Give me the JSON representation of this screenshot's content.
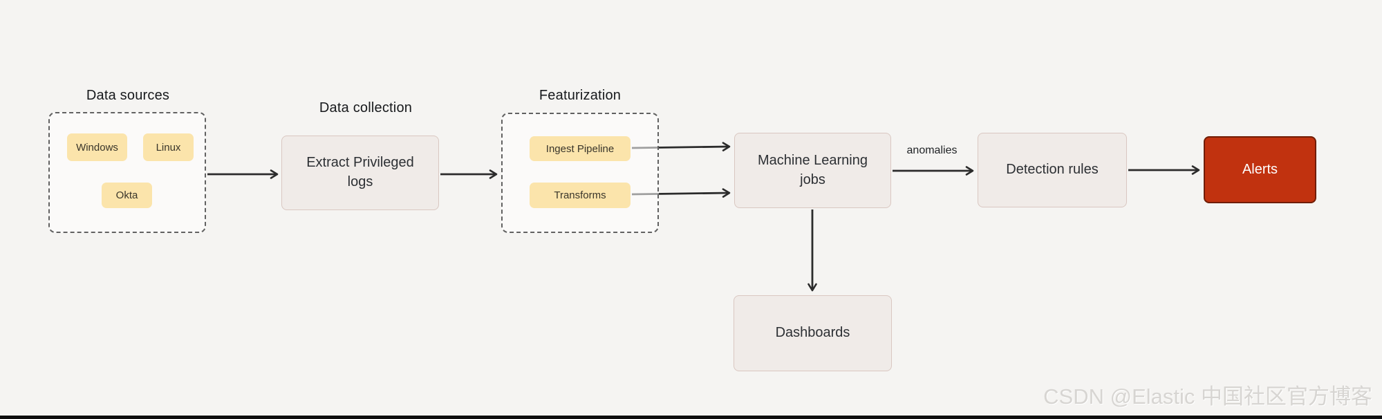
{
  "page": {
    "background": "#f5f4f2"
  },
  "diagram": {
    "sections": {
      "data_sources": {
        "label": "Data sources"
      },
      "data_collection": {
        "label": "Data collection"
      },
      "featurization": {
        "label": "Featurization"
      }
    },
    "tags": {
      "windows": "Windows",
      "linux": "Linux",
      "okta": "Okta",
      "ingest_pipeline": "Ingest Pipeline",
      "transforms": "Transforms"
    },
    "nodes": {
      "extract_logs": "Extract Privileged logs",
      "ml_jobs": "Machine Learning jobs",
      "detection_rules": "Detection rules",
      "alerts": "Alerts",
      "dashboards": "Dashboards"
    },
    "edge_labels": {
      "anomalies": "anomalies"
    },
    "edges": [
      {
        "from": "data_sources",
        "to": "extract_logs"
      },
      {
        "from": "extract_logs",
        "to": "featurization"
      },
      {
        "from": "ingest_pipeline",
        "to": "ml_jobs"
      },
      {
        "from": "transforms",
        "to": "ml_jobs"
      },
      {
        "from": "ml_jobs",
        "to": "detection_rules",
        "label": "anomalies"
      },
      {
        "from": "detection_rules",
        "to": "alerts"
      },
      {
        "from": "ml_jobs",
        "to": "dashboards"
      }
    ],
    "colors": {
      "background": "#f5f4f2",
      "tag_fill": "#fbe4ab",
      "node_fill": "#f0ebe8",
      "node_border": "#d9c7c1",
      "dashed_border": "#616161",
      "alert_fill": "#c1320f",
      "alert_border": "#701d05",
      "arrow": "#2b2b2b"
    }
  },
  "watermark": {
    "text": "CSDN @Elastic 中国社区官方博客"
  }
}
